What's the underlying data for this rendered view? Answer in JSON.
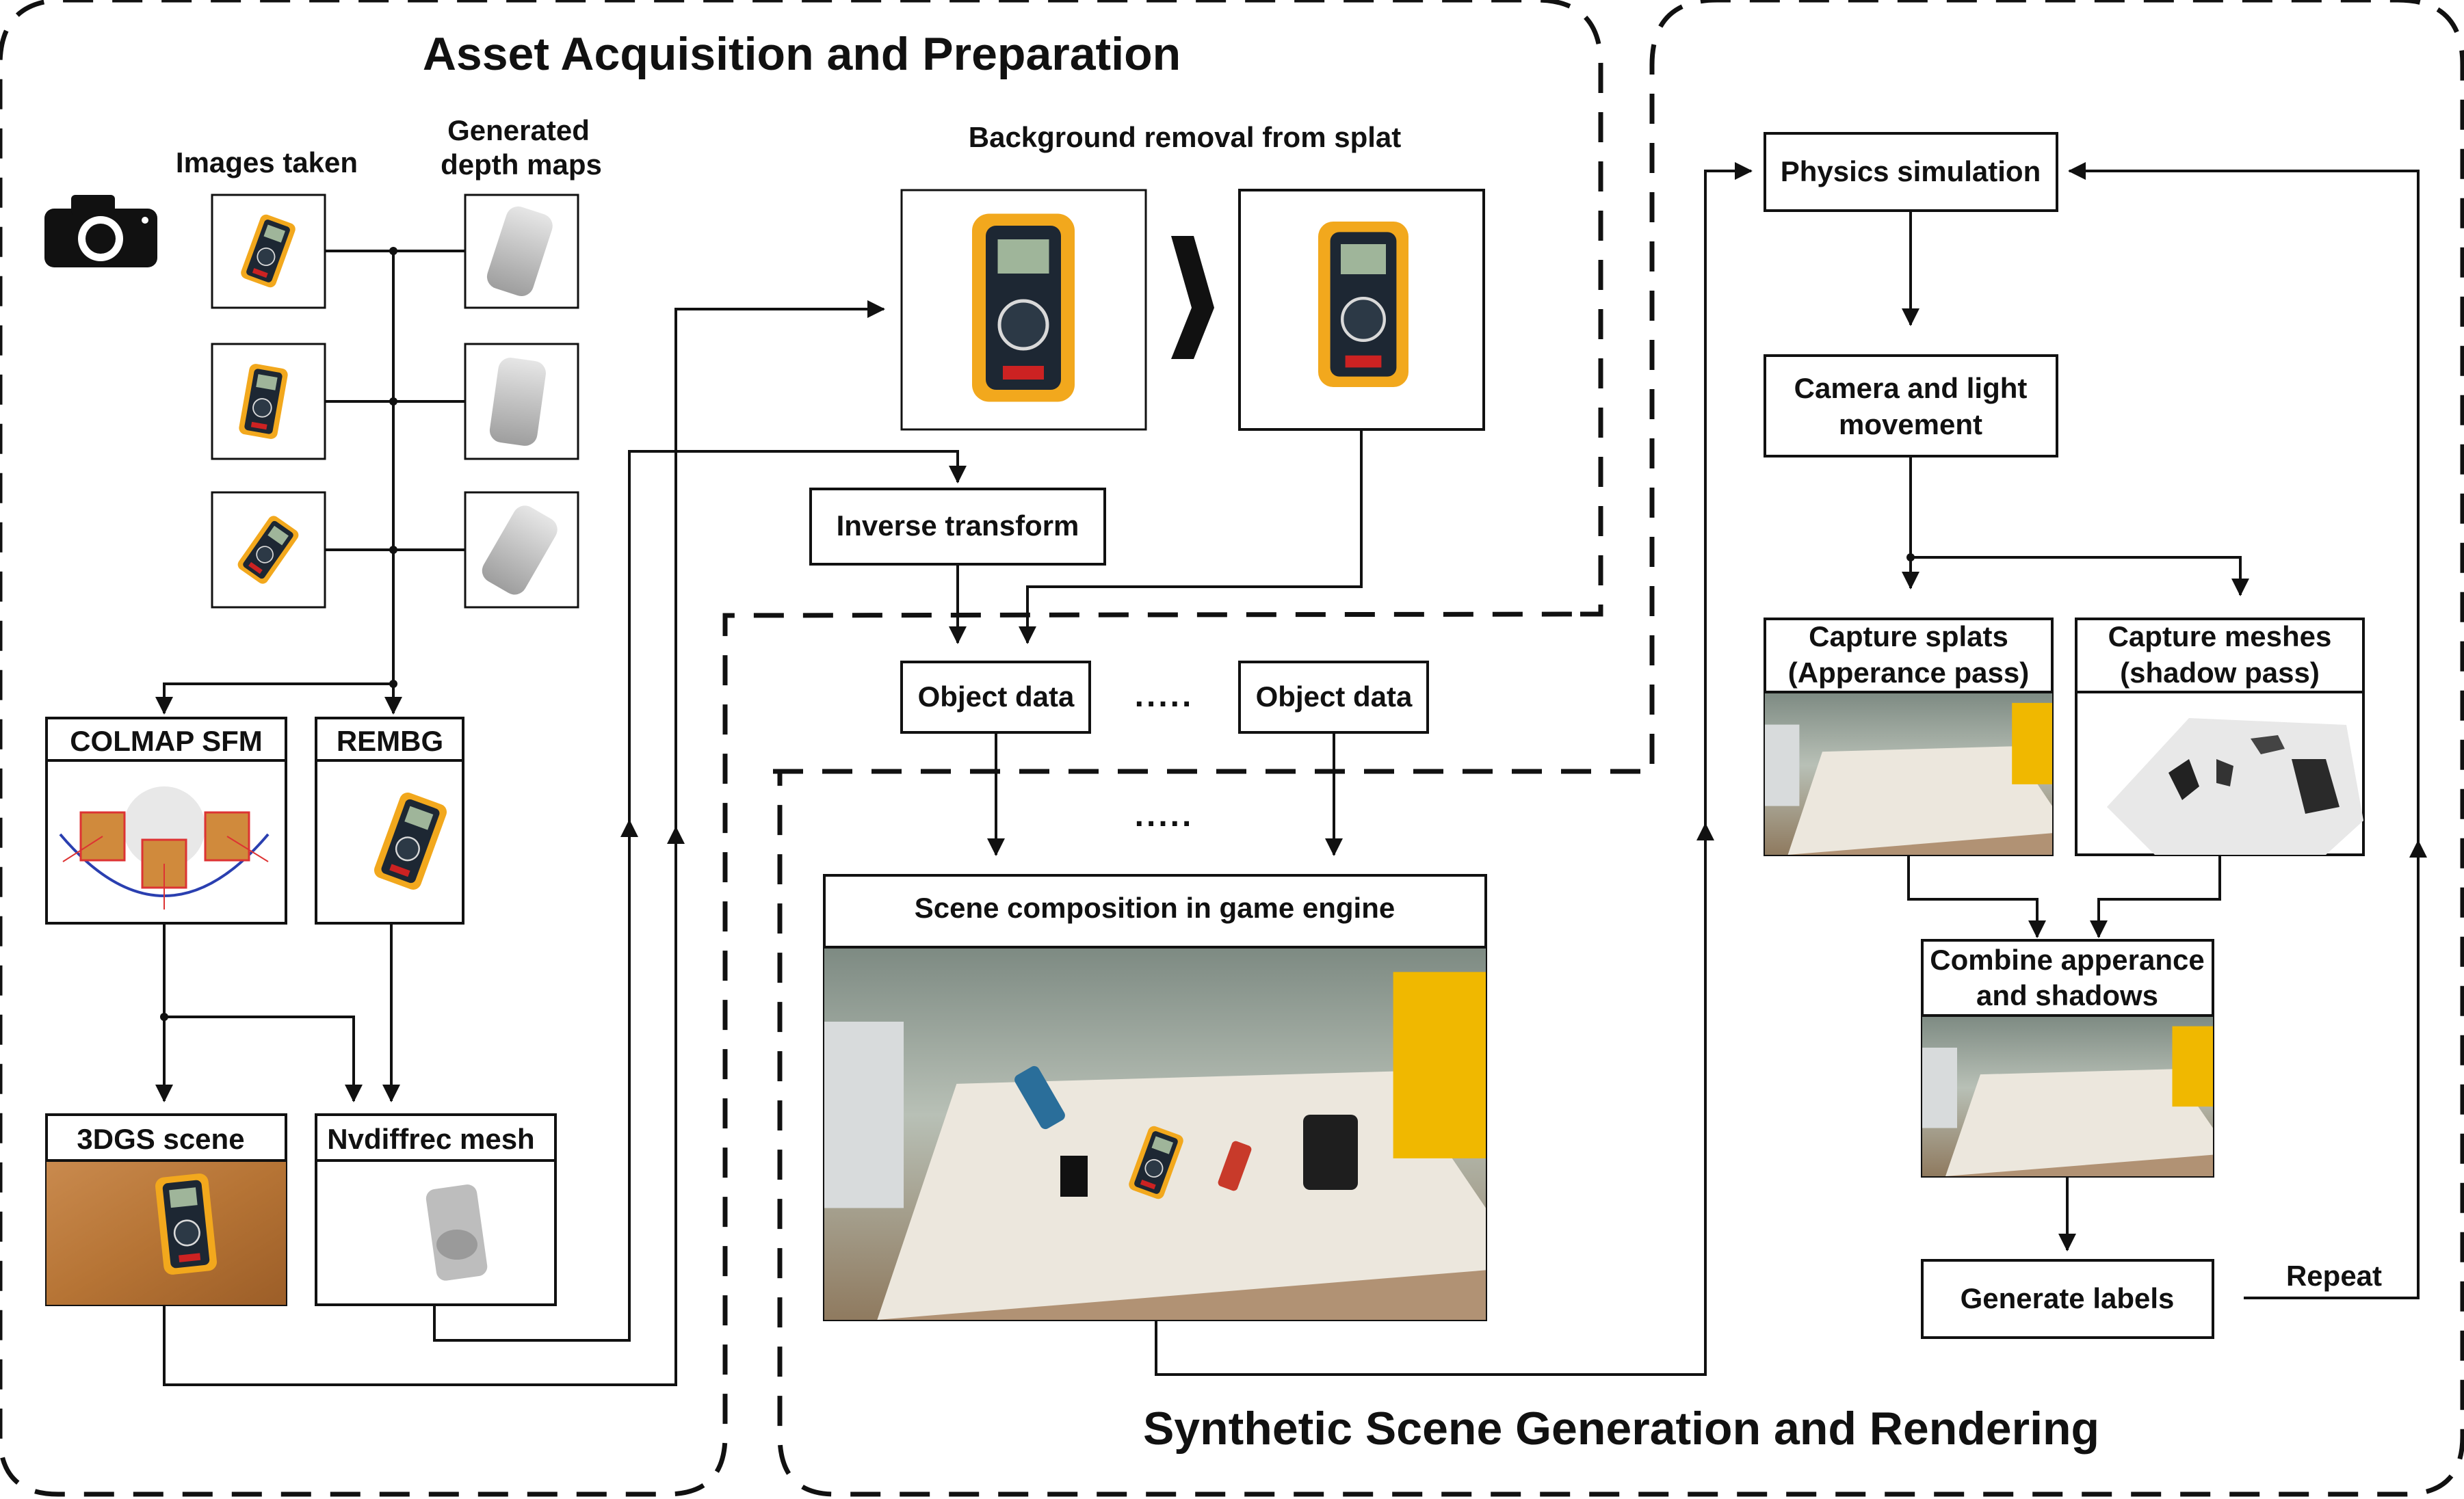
{
  "sections": {
    "left_title": "Asset Acquisition and Preparation",
    "right_title": "Synthetic Scene Generation and Rendering"
  },
  "acquisition": {
    "images_taken": "Images taken",
    "depth_maps_line1": "Generated",
    "depth_maps_line2": "depth maps",
    "colmap": "COLMAP SFM",
    "rembg": "REMBG",
    "gs_scene": "3DGS scene",
    "nvdiffrec": "Nvdiffrec mesh",
    "bg_removal": "Background removal from splat",
    "inverse_transform": "Inverse  transform",
    "object_data_1": "Object data",
    "object_data_2": "Object data",
    "dots_1": ".....",
    "dots_2": "....."
  },
  "generation": {
    "scene_composition": "Scene composition in game engine",
    "physics": "Physics simulation",
    "camera_line1": "Camera and light",
    "camera_line2": "movement",
    "capture_splats_line1": "Capture splats",
    "capture_splats_line2": "(Apperance pass)",
    "capture_meshes_line1": "Capture meshes",
    "capture_meshes_line2": "(shadow pass)",
    "combine_line1": "Combine apperance",
    "combine_line2": "and shadows",
    "generate_labels": "Generate labels",
    "repeat": "Repeat"
  },
  "icons": {
    "camera": "camera-icon"
  }
}
